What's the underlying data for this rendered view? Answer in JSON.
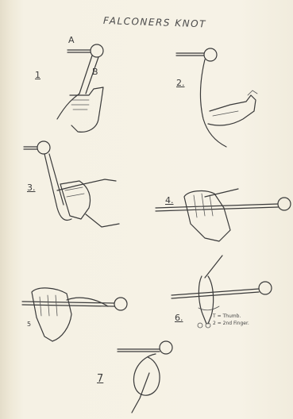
{
  "title": "FALCONERS KNOT",
  "labels": {
    "a": "A",
    "b": "B"
  },
  "steps": [
    "1",
    "2.",
    "3.",
    "4.",
    "5",
    "6.",
    "7"
  ],
  "note": {
    "line1": "T = Thumb.",
    "line2": "2 = 2nd Finger."
  }
}
